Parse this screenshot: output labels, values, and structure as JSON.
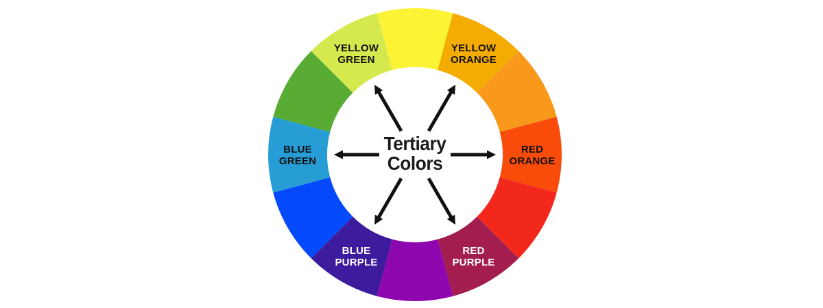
{
  "diagram": {
    "background": "#ffffff",
    "center_label": {
      "line1": "Tertiary",
      "line2": "Colors"
    },
    "center_label_color": "#1b1b1b",
    "arrow_color": "#111111",
    "arrow_angles_deg": [
      30,
      90,
      150,
      210,
      270,
      330
    ],
    "segments": [
      {
        "name": "yellow",
        "color": "#FCF335"
      },
      {
        "name": "yellow-orange",
        "color": "#F4AC02",
        "label": [
          "YELLOW",
          "ORANGE"
        ],
        "label_color": "#111111"
      },
      {
        "name": "orange",
        "color": "#F8991B"
      },
      {
        "name": "red-orange",
        "color": "#F94C0A",
        "label": [
          "RED",
          "ORANGE"
        ],
        "label_color": "#111111"
      },
      {
        "name": "red",
        "color": "#F3281D"
      },
      {
        "name": "red-purple",
        "color": "#A31D4F",
        "label": [
          "RED",
          "PURPLE"
        ],
        "label_color": "#FFFFFF"
      },
      {
        "name": "purple",
        "color": "#8E06AE"
      },
      {
        "name": "blue-purple",
        "color": "#3C1B9C",
        "label": [
          "BLUE",
          "PURPLE"
        ],
        "label_color": "#FFFFFF"
      },
      {
        "name": "blue",
        "color": "#0449FB"
      },
      {
        "name": "blue-green",
        "color": "#279DD6",
        "label": [
          "BLUE",
          "GREEN"
        ],
        "label_color": "#111111"
      },
      {
        "name": "green",
        "color": "#58AC33"
      },
      {
        "name": "yellow-green",
        "color": "#D5E94E",
        "label": [
          "YELLOW",
          "GREEN"
        ],
        "label_color": "#111111"
      }
    ]
  }
}
